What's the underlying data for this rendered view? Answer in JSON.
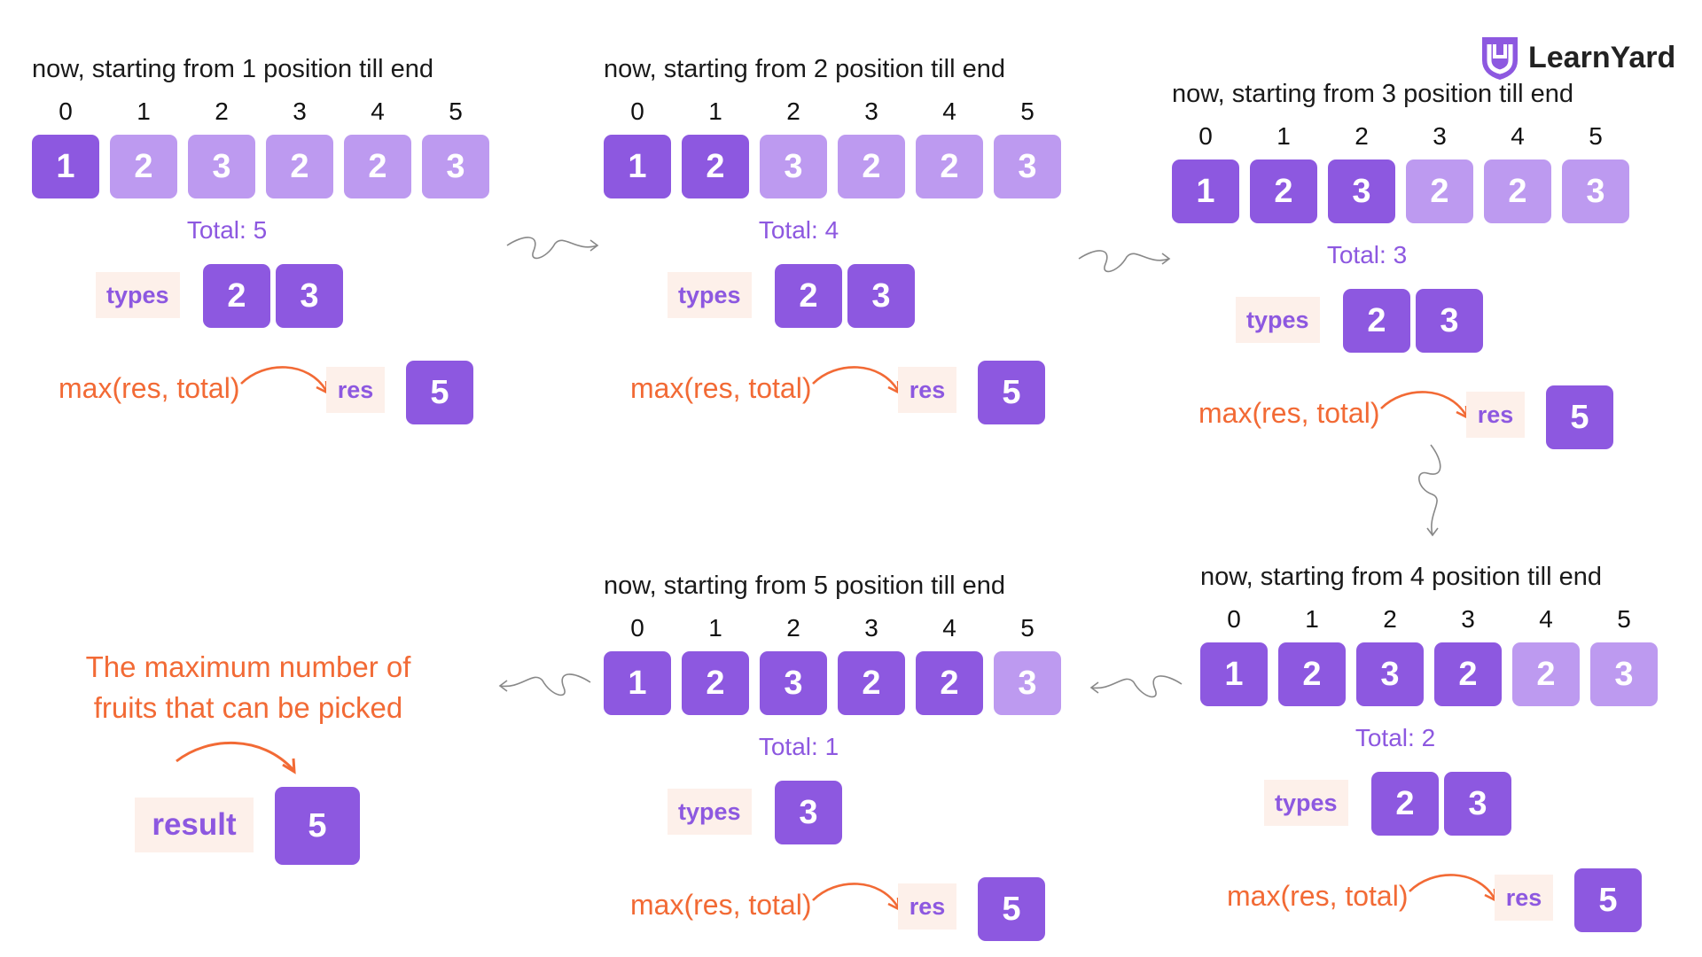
{
  "brand": {
    "name": "LearnYard",
    "accent": "#8d58e0",
    "accent_light": "#bd9af0",
    "highlight": "#f26a35",
    "tag_bg": "#fdf0ea"
  },
  "steps": [
    {
      "caption": "now, starting from 1 position till end",
      "indices": [
        "0",
        "1",
        "2",
        "3",
        "4",
        "5"
      ],
      "values": [
        "1",
        "2",
        "3",
        "2",
        "2",
        "3"
      ],
      "highlighted_count": 1,
      "total": "Total: 5",
      "types_label": "types",
      "types": [
        "2",
        "3"
      ],
      "function_text": "max(res, total)",
      "res_label": "res",
      "res_value": "5"
    },
    {
      "caption": "now, starting from 2 position till end",
      "indices": [
        "0",
        "1",
        "2",
        "3",
        "4",
        "5"
      ],
      "values": [
        "1",
        "2",
        "3",
        "2",
        "2",
        "3"
      ],
      "highlighted_count": 2,
      "total": "Total: 4",
      "types_label": "types",
      "types": [
        "2",
        "3"
      ],
      "function_text": "max(res, total)",
      "res_label": "res",
      "res_value": "5"
    },
    {
      "caption": "now, starting from 3 position till end",
      "indices": [
        "0",
        "1",
        "2",
        "3",
        "4",
        "5"
      ],
      "values": [
        "1",
        "2",
        "3",
        "2",
        "2",
        "3"
      ],
      "highlighted_count": 3,
      "total": "Total: 3",
      "types_label": "types",
      "types": [
        "2",
        "3"
      ],
      "function_text": "max(res, total)",
      "res_label": "res",
      "res_value": "5"
    },
    {
      "caption": "now, starting from 4 position till end",
      "indices": [
        "0",
        "1",
        "2",
        "3",
        "4",
        "5"
      ],
      "values": [
        "1",
        "2",
        "3",
        "2",
        "2",
        "3"
      ],
      "highlighted_count": 4,
      "total": "Total: 2",
      "types_label": "types",
      "types": [
        "2",
        "3"
      ],
      "function_text": "max(res, total)",
      "res_label": "res",
      "res_value": "5"
    },
    {
      "caption": "now, starting from 5 position till end",
      "indices": [
        "0",
        "1",
        "2",
        "3",
        "4",
        "5"
      ],
      "values": [
        "1",
        "2",
        "3",
        "2",
        "2",
        "3"
      ],
      "highlighted_count": 5,
      "total": "Total: 1",
      "types_label": "types",
      "types": [
        "3"
      ],
      "function_text": "max(res, total)",
      "res_label": "res",
      "res_value": "5"
    }
  ],
  "conclusion": {
    "line1": "The maximum number of",
    "line2": "fruits that can be picked",
    "result_label": "result",
    "result_value": "5"
  }
}
